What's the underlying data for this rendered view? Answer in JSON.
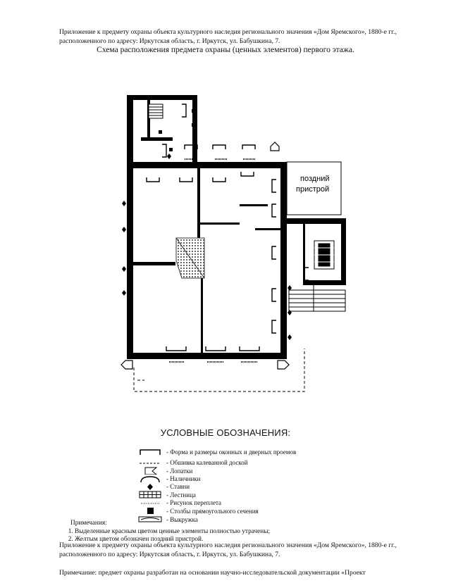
{
  "header": {
    "line1": "Приложение к предмету охраны объекта культурного наследия регионального значения «Дом Яремского», 1880-е гг., расположенного по адресу: Иркутская область, г. Иркутск, ул. Бабушкина, 7.",
    "title": "Схема расположения предмета охраны (ценных элементов) первого этажа."
  },
  "plan": {
    "annex_label_1": "поздний",
    "annex_label_2": "пристрой"
  },
  "legend": {
    "title": "УСЛОВНЫЕ ОБОЗНАЧЕНИЯ:",
    "items": [
      {
        "text": "- Форма и размеры оконных и дверных проемов",
        "icon": "opening-bracket-icon"
      },
      {
        "text": "- Обшивка калевaнной доской",
        "icon": "dashed-line-icon"
      },
      {
        "text": "- Лопатки",
        "icon": "pilaster-icon"
      },
      {
        "text": "- Наличники",
        "icon": "casing-icon"
      },
      {
        "text": "- Ставни",
        "icon": "shutter-icon"
      },
      {
        "text": "- Лестница",
        "icon": "stair-icon"
      },
      {
        "text": "- Рисунок переплета",
        "icon": "dotted-line-icon"
      },
      {
        "text": "- Столбы прямоугольного сечения",
        "icon": "pillar-icon"
      },
      {
        "text": "- Выкружка",
        "icon": "fillet-icon"
      }
    ]
  },
  "notes": {
    "heading": "Примечания:",
    "items": [
      "Выделенные красным цветом ценные элементы полностью утрачены;",
      "Желтым цветом обозначен поздний пристрой."
    ]
  },
  "footer": {
    "line1": "Приложение к предмету охраны объекта культурного наследия регионального значения «Дом Яремского», 1880-е гг., расположенного по адресу: Иркутская область, г. Иркутск, ул. Бабушкина, 7.",
    "line2": "Примечание: предмет охраны разработан на основании научно-исследовательской документации «Проект"
  }
}
